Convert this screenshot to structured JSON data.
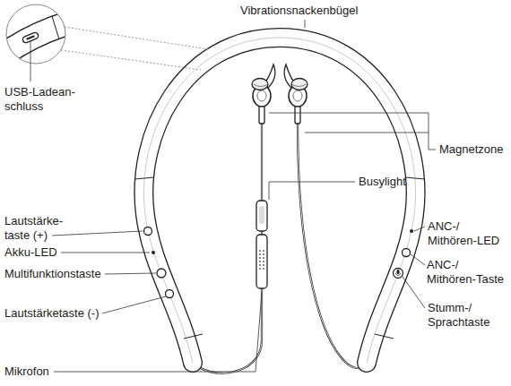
{
  "diagram": {
    "labels": [
      "Vibrationsnackenbügel",
      "USB-Ladean- schluss",
      "Magnetzone",
      "Lautstärke- taste (+)",
      "Busylight",
      "Akku-LED",
      "ANC-/ Mithören-LED",
      "Multifunktionstaste",
      "ANC-/ Mithören-Taste",
      "Lautstärketaste (-)",
      "Stumm-/ Sprachtaste",
      "Mikrofon"
    ]
  }
}
